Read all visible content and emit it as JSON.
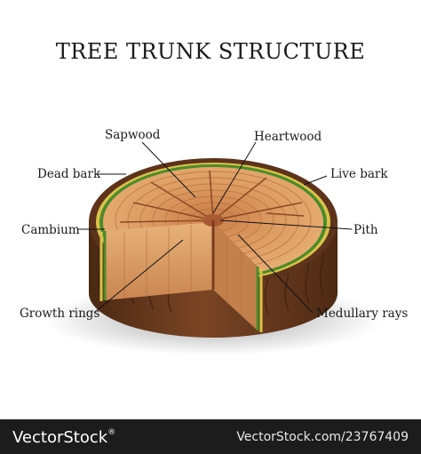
{
  "title": "TREE TRUNK STRUCTURE",
  "labels": {
    "sapwood": "Sapwood",
    "heartwood": "Heartwood",
    "dead_bark": "Dead bark",
    "live_bark": "Live bark",
    "cambium": "Cambium",
    "pith": "Pith",
    "growth_rings": "Growth rings",
    "medullary_rays": "Medullary rays"
  },
  "footer": {
    "brand": "VectorStock",
    "registered": "®",
    "id": "VectorStock.com/23767409"
  },
  "colors": {
    "bark_dark": "#5a321a",
    "bark_mid": "#7a4525",
    "live_bark": "#d8c24a",
    "cambium": "#4f8a2a",
    "sapwood": "#e0a86e",
    "heartwood": "#d08a54",
    "pith": "#a85a32",
    "footer_bg": "#1c1c1c"
  }
}
